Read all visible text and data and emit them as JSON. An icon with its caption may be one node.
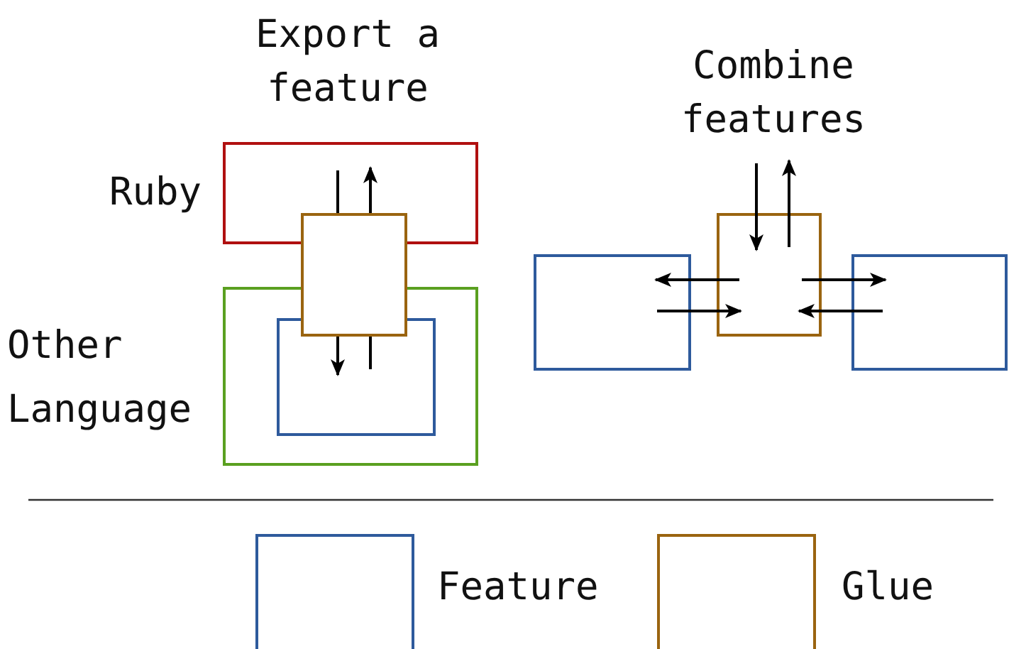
{
  "diagram": {
    "nodes": [
      {
        "text": [
          "Ruby"
        ]
      },
      {
        "text": [
          "Other Language"
        ]
      },
      {
        "text": [],
        "shape": "box",
        "in": 1
      },
      {
        "text": [],
        "shape": "box"
      },
      {
        "text": [],
        "shape": "box"
      },
      {
        "text": [],
        "shape": "box"
      },
      {
        "text": [],
        "shape": "box"
      }
    ],
    "edges": [
      {
        "from": 0,
        "to": 3,
        "arrow": "none"
      },
      {
        "from": 3,
        "to": 2,
        "arrow": "to"
      },
      {
        "from": 2,
        "to": 3,
        "arrow": "none"
      },
      {
        "from": 3,
        "to": 0,
        "arrow": "to"
      },
      {
        "from": null,
        "to": 5,
        "arrow": "to"
      },
      {
        "from": 5,
        "to": null,
        "arrow": "to"
      },
      {
        "from": 5,
        "to": 4,
        "arrow": "to"
      },
      {
        "from": 4,
        "to": 5,
        "arrow": "to"
      },
      {
        "from": 5,
        "to": 6,
        "arrow": "to"
      },
      {
        "from": 6,
        "to": 5,
        "arrow": "to"
      }
    ],
    "labels": [
      "Export a feature",
      "Combine features"
    ],
    "legend": [
      {
        "text": "Feature",
        "color": "#2e5a9c"
      },
      {
        "text": "Glue",
        "color": "#9a6410"
      }
    ]
  }
}
